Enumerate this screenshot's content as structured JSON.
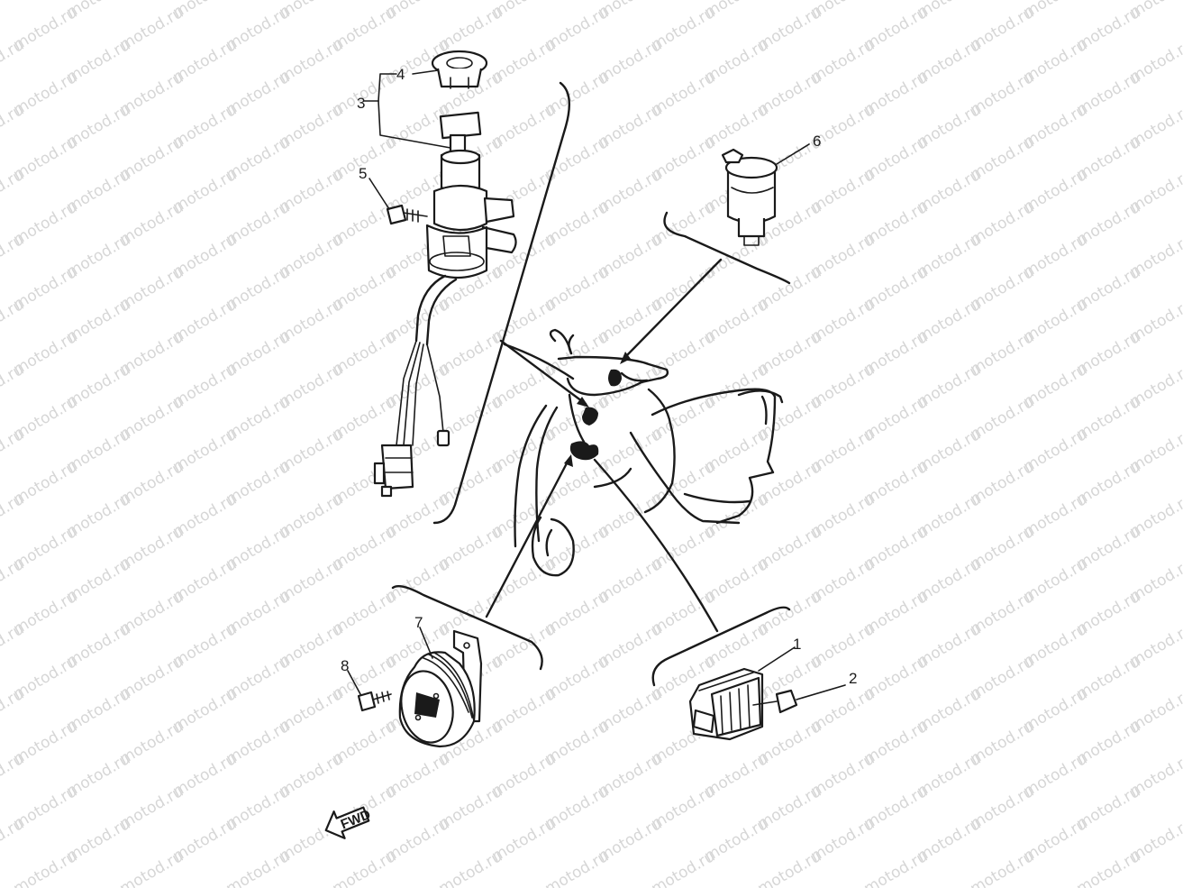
{
  "watermark": "motod.ru",
  "direction_label": "FWD",
  "callouts": {
    "c1": "1",
    "c2": "2",
    "c3": "3",
    "c4": "4",
    "c5": "5",
    "c6": "6",
    "c7": "7",
    "c8": "8"
  }
}
